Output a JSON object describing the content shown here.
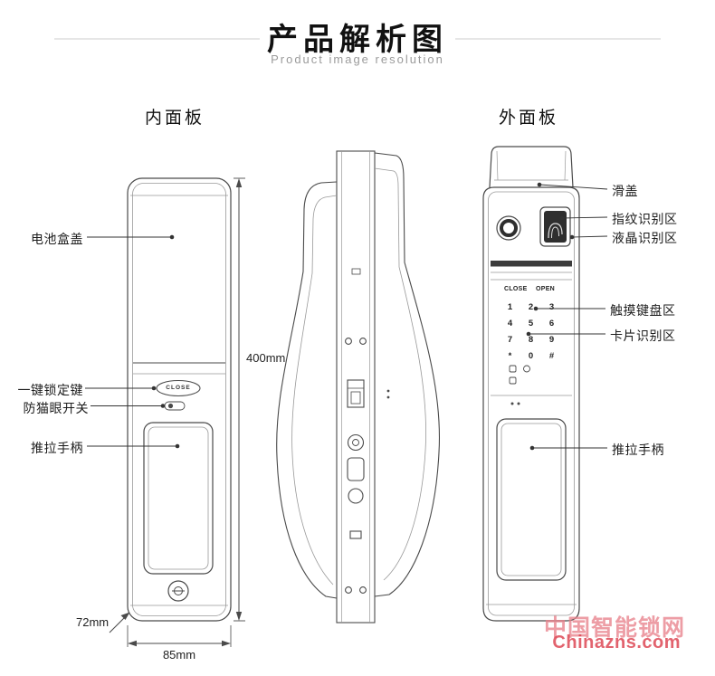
{
  "page": {
    "title": "产品解析图",
    "subtitle": "Product image resolution"
  },
  "sections": {
    "inner_panel_header": "内面板",
    "outer_panel_header": "外面板"
  },
  "inner_panel": {
    "labels": {
      "battery_cover": "电池盒盖",
      "one_key_lock": "一键锁定键",
      "anti_peephole_switch": "防猫眼开关",
      "handle": "推拉手柄"
    },
    "close_button_label": "CLOSE"
  },
  "outer_panel": {
    "labels": {
      "slide_cover": "滑盖",
      "fingerprint_area": "指纹识别区",
      "lcd_area": "液晶识别区",
      "touch_keypad_area": "触摸键盘区",
      "card_reader_area": "卡片识别区",
      "handle": "推拉手柄"
    },
    "keypad": {
      "close_label": "CLOSE",
      "open_label": "OPEN",
      "keys": [
        "1",
        "2",
        "3",
        "4",
        "5",
        "6",
        "7",
        "8",
        "9",
        "*",
        "0",
        "#"
      ]
    }
  },
  "dimensions": {
    "height": "400mm",
    "depth": "72mm",
    "width": "85mm"
  },
  "watermark": {
    "site_name": "中国智能锁网",
    "site_url": "Chinazns.com"
  },
  "colors": {
    "line": "#4a4a4a",
    "light_line": "#999999",
    "label_text": "#1d1d1d",
    "subtitle_text": "#9b9b9b",
    "watermark_pink": "#e8828c",
    "watermark_red": "#dc414e"
  }
}
